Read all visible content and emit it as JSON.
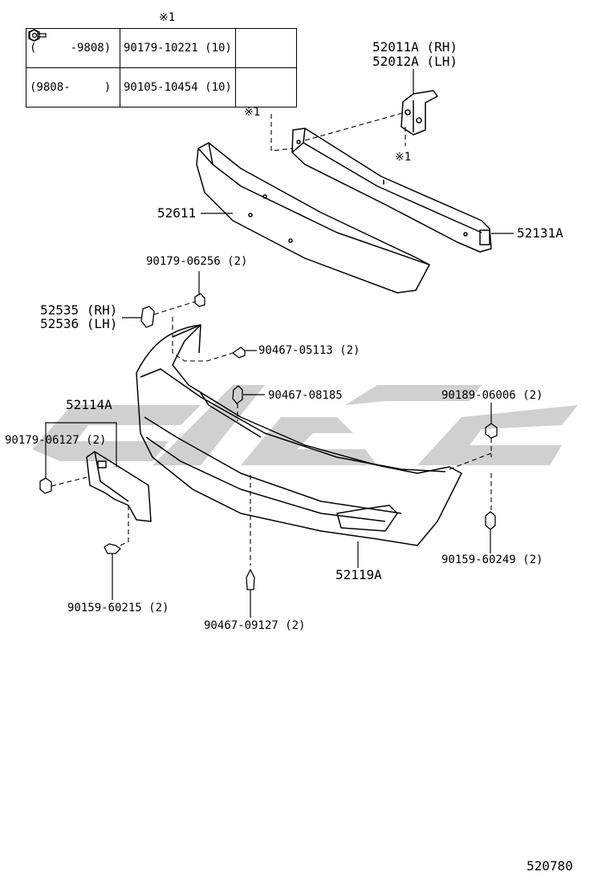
{
  "table": {
    "ref_mark": "※1",
    "rows": [
      {
        "range": "(     -9808)",
        "part": "90179-10221 (10)",
        "icon": "nut-icon"
      },
      {
        "range": "(9808-     )",
        "part": "90105-10454 (10)",
        "icon": "bolt-icon"
      }
    ]
  },
  "refs": {
    "ref_a": "※1",
    "ref_b": "※1"
  },
  "labels": {
    "bracket": [
      "52011A (RH)",
      "52012A (LH)"
    ],
    "reinforcement": "52131A",
    "absorber": "52611",
    "nut_top": "90179-06256 (2)",
    "retainer": [
      "52535 (RH)",
      "52536 (LH)"
    ],
    "clip_a": "90467-05113 (2)",
    "clip_b": "90467-08185",
    "plate": "52114A",
    "nut_plate": "90179-06127 (2)",
    "nut_right": "90189-06006 (2)",
    "screw_right": "90159-60249 (2)",
    "cover": "52119A",
    "screw_plate": "90159-60215 (2)",
    "clip_bottom": "90467-09127 (2)",
    "diagram_no": "520780"
  },
  "colors": {
    "line": "#000000",
    "watermark": "#c8c8c8"
  }
}
